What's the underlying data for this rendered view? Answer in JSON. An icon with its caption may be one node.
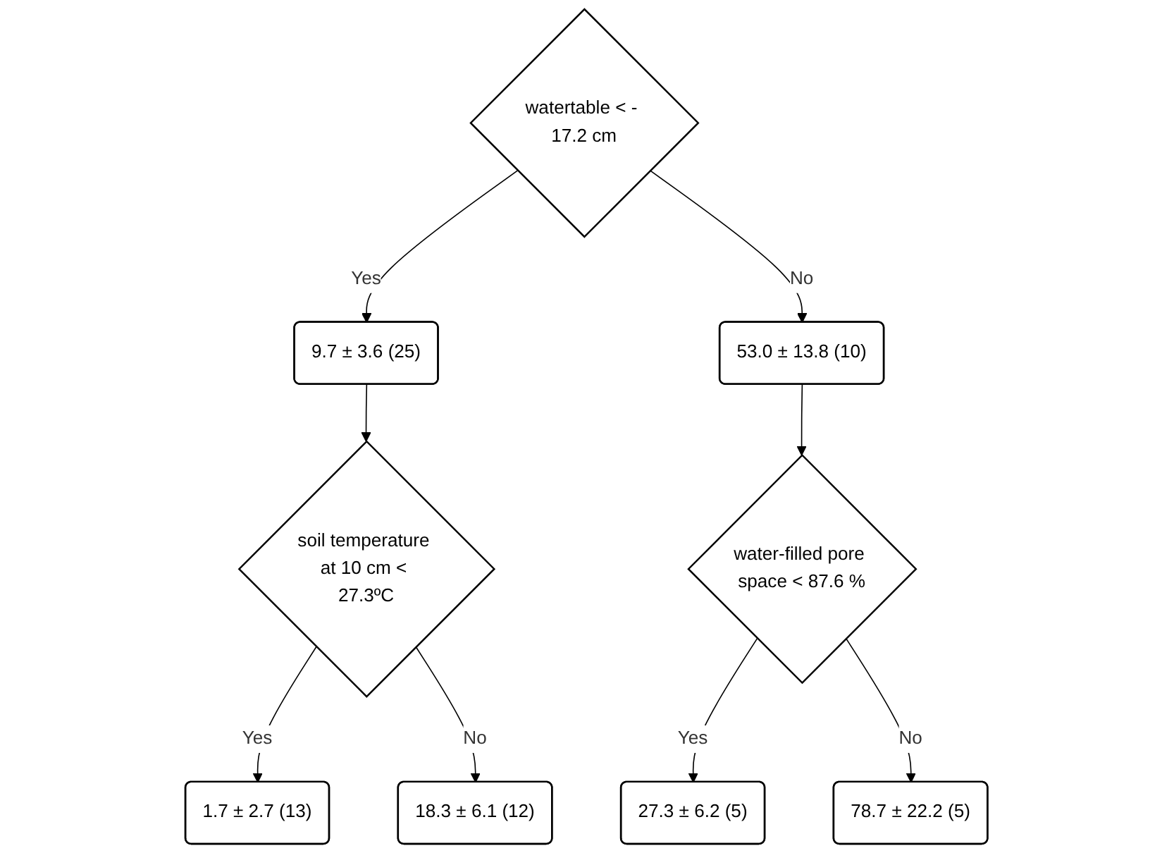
{
  "diagram": {
    "nodes": [
      {
        "text": [
          "watertable < - 17.2 cm"
        ]
      },
      {
        "text": [
          "9.7 ± 3.6 (25)"
        ]
      },
      {
        "text": [
          "53.0 ± 13.8 (10)"
        ]
      },
      {
        "text": [
          "soil temperature at 10 cm < 27.3ºC"
        ]
      },
      {
        "text": [
          "water-filled pore space < 87.6 %"
        ]
      },
      {
        "text": [
          "1.7 ± 2.7 (13)"
        ]
      },
      {
        "text": [
          "18.3 ± 6.1 (12)"
        ]
      },
      {
        "text": [
          "27.3 ± 6.2 (5)"
        ]
      },
      {
        "text": [
          "78.7 ± 22.2 (5)"
        ]
      }
    ],
    "edges": [
      {
        "from": 0,
        "to": 1,
        "arrow": "to",
        "label": "Yes"
      },
      {
        "from": 0,
        "to": 2,
        "arrow": "to",
        "label": "No"
      },
      {
        "from": 1,
        "to": 3,
        "arrow": "to"
      },
      {
        "from": 2,
        "to": 4,
        "arrow": "to"
      },
      {
        "from": 3,
        "to": 5,
        "arrow": "to",
        "label": "Yes"
      },
      {
        "from": 3,
        "to": 6,
        "arrow": "to",
        "label": "No"
      },
      {
        "from": 4,
        "to": 7,
        "arrow": "to",
        "label": "Yes"
      },
      {
        "from": 4,
        "to": 8,
        "arrow": "to",
        "label": "No"
      }
    ]
  }
}
